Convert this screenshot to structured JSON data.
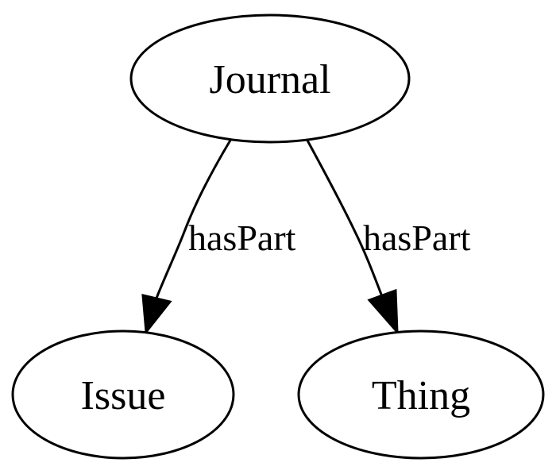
{
  "graph": {
    "nodes": [
      {
        "id": "journal",
        "label": "Journal"
      },
      {
        "id": "issue",
        "label": "Issue"
      },
      {
        "id": "thing",
        "label": "Thing"
      }
    ],
    "edges": [
      {
        "from": "journal",
        "to": "issue",
        "label": "hasPart"
      },
      {
        "from": "journal",
        "to": "thing",
        "label": "hasPart"
      }
    ]
  }
}
